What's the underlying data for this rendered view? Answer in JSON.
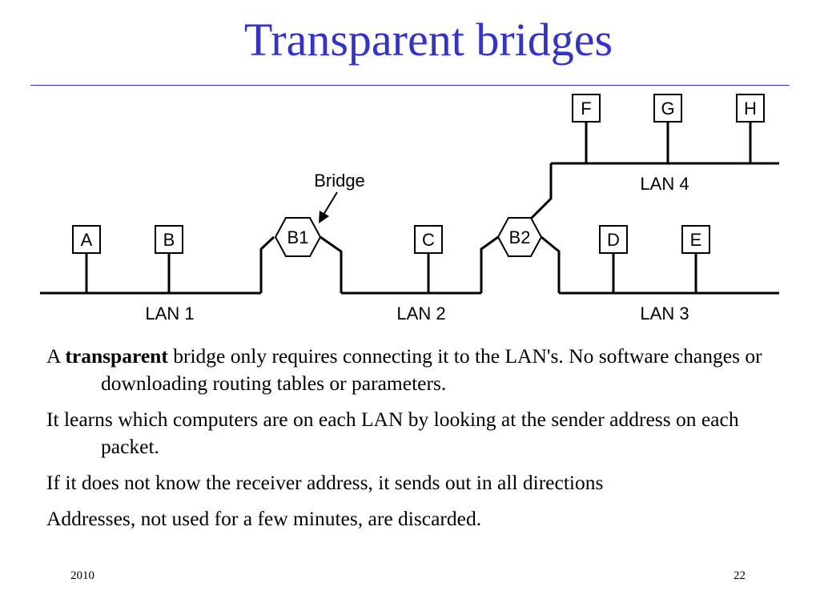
{
  "slide": {
    "title": "Transparent bridges",
    "footer_left": "2010",
    "footer_right": "22"
  },
  "diagram": {
    "bridge_callout": "Bridge",
    "bridges": {
      "b1": "B1",
      "b2": "B2"
    },
    "lans": {
      "lan1": "LAN 1",
      "lan2": "LAN 2",
      "lan3": "LAN 3",
      "lan4": "LAN 4"
    },
    "hosts": {
      "a": "A",
      "b": "B",
      "c": "C",
      "d": "D",
      "e": "E",
      "f": "F",
      "g": "G",
      "h": "H"
    }
  },
  "body": {
    "p1_prefix": "A ",
    "p1_bold": "transparent",
    "p1_rest": " bridge only requires connecting it to the LAN's. No software changes or downloading routing tables or parameters.",
    "p2": "It learns which computers are on each LAN by looking at the sender address on each packet.",
    "p3": "If it does not know the receiver address, it sends out in all directions",
    "p4": "Addresses, not used for a few minutes, are discarded."
  }
}
